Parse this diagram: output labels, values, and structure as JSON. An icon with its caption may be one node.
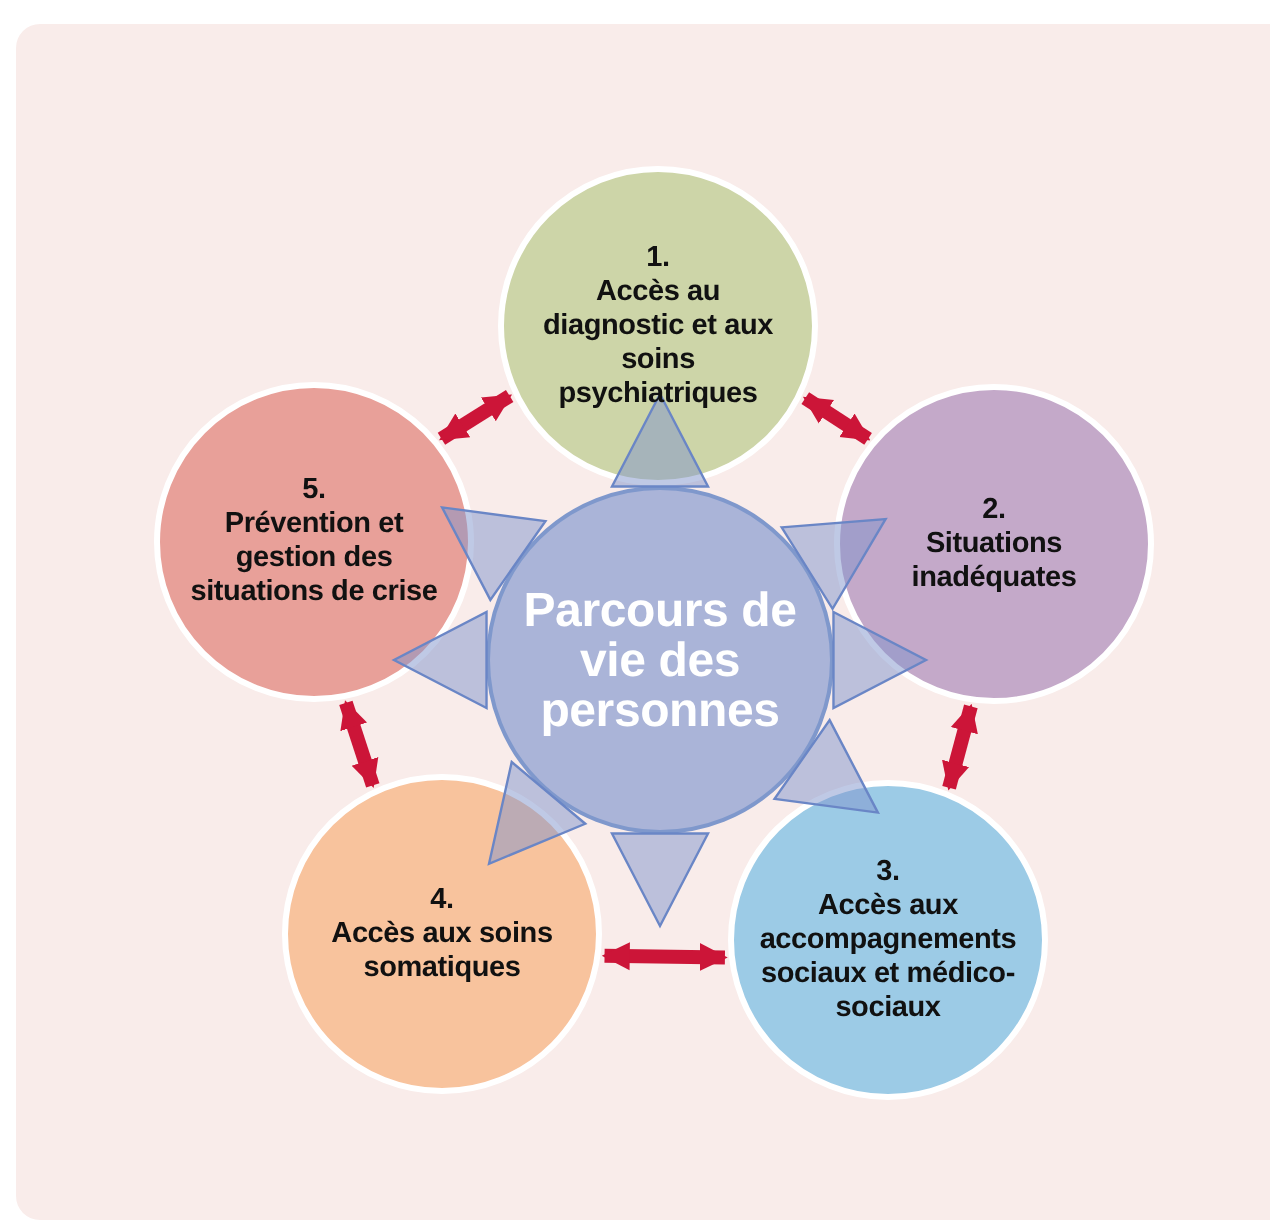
{
  "diagram": {
    "nodes": [
      {
        "text": [
          "1.",
          "Accès au diagnostic et aux soins psychiatriques"
        ]
      },
      {
        "text": [
          "2.",
          "Situations inadéquates"
        ]
      },
      {
        "text": [
          "3.",
          "Accès aux accompagnements sociaux et médico-sociaux"
        ]
      },
      {
        "text": [
          "4.",
          "Accès aux soins somatiques"
        ]
      },
      {
        "text": [
          "5.",
          "Prévention et gestion des situations de crise"
        ]
      },
      {
        "text": [
          "Parcours de vie des personnes"
        ]
      }
    ],
    "edges": [
      {
        "from": 4,
        "to": 0,
        "arrow": "both"
      },
      {
        "from": 0,
        "to": 1,
        "arrow": "both"
      },
      {
        "from": 1,
        "to": 2,
        "arrow": "both"
      },
      {
        "from": 3,
        "to": 2,
        "arrow": "both"
      },
      {
        "from": 4,
        "to": 3,
        "arrow": "both"
      }
    ]
  }
}
